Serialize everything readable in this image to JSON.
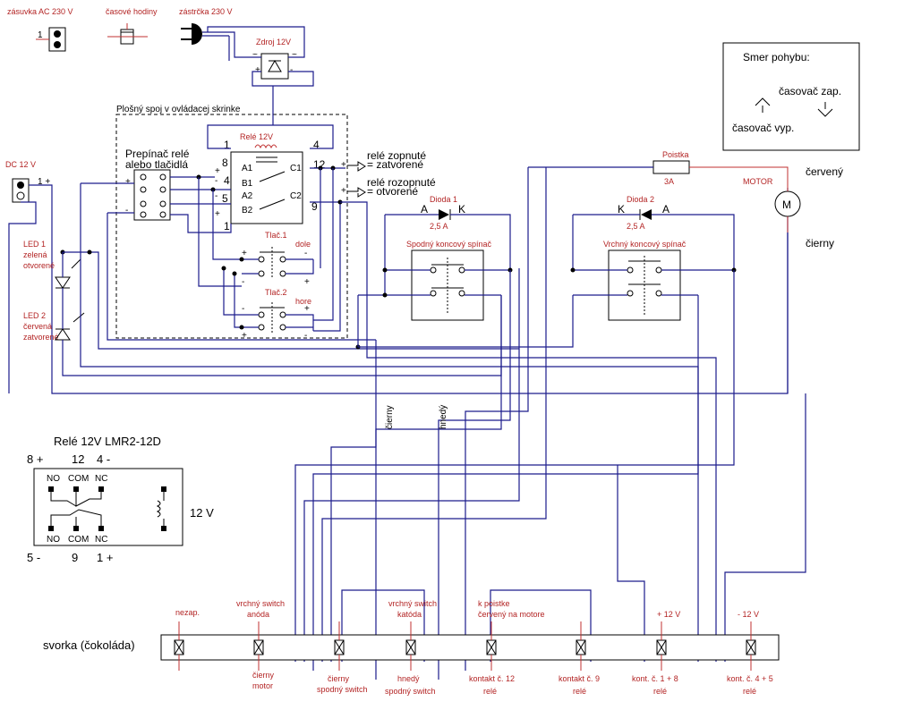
{
  "top_labels": {
    "socket": "zásuvka AC 230 V",
    "timer": "časové hodiny",
    "plug": "zástrčka 230 V",
    "psu": "Zdroj 12V",
    "pcb": "Plošný spoj v ovládacej skrinke"
  },
  "relay": {
    "title": "Relé 12V",
    "pins": {
      "p8": "8",
      "p4": "4",
      "p12": "12",
      "p9": "9",
      "p5": "5",
      "p1": "1",
      "pm4": "4"
    },
    "contacts": {
      "a1": "A1",
      "b1": "B1",
      "c1": "C1",
      "a2": "A2",
      "b2": "B2",
      "c2": "C2"
    }
  },
  "switch_label": "Prepínač relé alebo tlačidlá",
  "switch_label_1": "Prepínač relé",
  "switch_label_2": "alebo tlačidlá",
  "relay_on_1": "relé zopnuté",
  "relay_on_2": "= zatvorené",
  "relay_off_1": "relé rozopnuté",
  "relay_off_2": "= otvorené",
  "dc12": "DC 12 V",
  "dc_pin": "1 +",
  "led1": [
    "LED 1",
    "zelená",
    "otvorené"
  ],
  "led2": [
    "LED 2",
    "červená",
    "zatvorené"
  ],
  "buttons": {
    "b1": "Tlač.1",
    "b1_sub": "dole",
    "b2": "Tlač.2",
    "b2_sub": "hore"
  },
  "fuse": {
    "name": "Poistka",
    "value": "3A"
  },
  "motor": {
    "name": "MOTOR",
    "symbol": "M"
  },
  "wire_red": "červený",
  "wire_black": "čierny",
  "diode1": {
    "name": "Dioda 1",
    "value": "2,5 A",
    "a": "A",
    "k": "K"
  },
  "diode2": {
    "name": "Dioda 2",
    "value": "2,5 A",
    "a": "A",
    "k": "K"
  },
  "lower_switch": "Spodný koncový spínač",
  "upper_switch": "Vrchný koncový spínač",
  "legend": {
    "title": "Smer pohybu:",
    "on": "časovač zap.",
    "off": "časovač vyp."
  },
  "vertical_labels": {
    "cierny": "čierny",
    "hnedy": "hnedý"
  },
  "relay_model": {
    "title": "Relé 12V LMR2-12D",
    "top_pins": [
      "8 +",
      "12",
      "4 -"
    ],
    "bottom_pins": [
      "5 -",
      "9",
      "1 +"
    ],
    "top_terms": [
      "NO",
      "COM",
      "NC"
    ],
    "bottom_terms": [
      "NO",
      "COM",
      "NC"
    ],
    "coil": "12 V"
  },
  "terminal_block": {
    "name": "svorka (čokoláda)",
    "top": [
      "nezap.",
      "vrchný switch",
      "anóda",
      "vrchný switch",
      "katóda",
      "k poistke",
      "červený na motore",
      "+ 12 V",
      "- 12 V"
    ],
    "bottom": [
      "čierny",
      "motor",
      "čierny",
      "spodný switch",
      "hnedý",
      "spodný switch",
      "kontakt č. 12",
      "relé",
      "kontakt č. 9",
      "relé",
      "kont. č. 1 + 8",
      "relé",
      "kont. č. 4 + 5",
      "relé"
    ]
  }
}
